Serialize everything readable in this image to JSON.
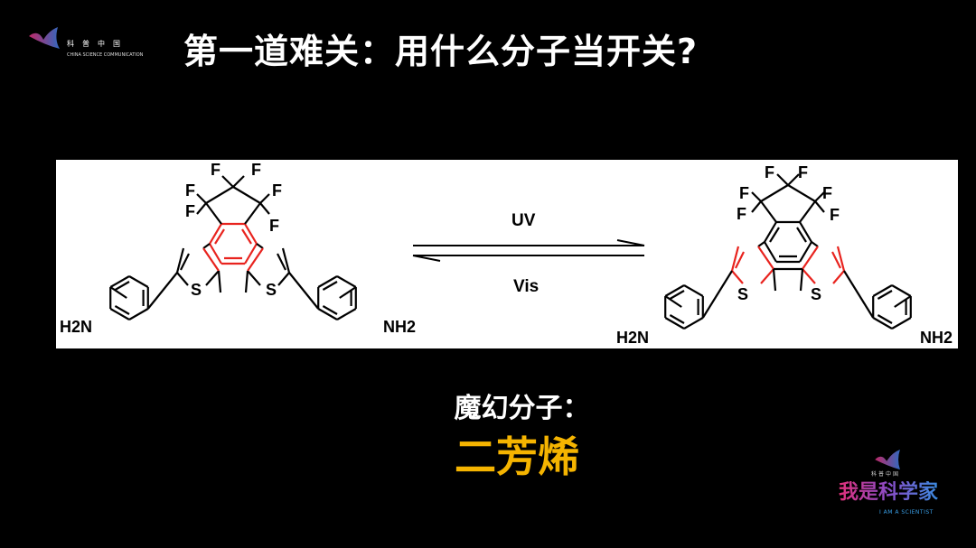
{
  "header": {
    "logo_cn": "科普中国",
    "logo_en": "CHINA SCIENCE COMMUNICATION",
    "title": "第一道难关：用什么分子当开关?"
  },
  "diagram": {
    "forward_label": "UV",
    "reverse_label": "Vis",
    "open_form": {
      "fluorine": "F",
      "sulfur": "S",
      "amine_left": "H2N",
      "amine_right": "NH2"
    },
    "closed_form": {
      "fluorine": "F",
      "sulfur": "S",
      "amine_left": "H2N",
      "amine_right": "NH2"
    },
    "highlight_color": "#e8231e"
  },
  "caption": {
    "line1": "魔幻分子：",
    "line2": "二芳烯",
    "line2_color": "#f5b400"
  },
  "brand": {
    "small": "科普中国",
    "name": "我是科学家",
    "tagline": "I AM A SCIENTIST"
  }
}
